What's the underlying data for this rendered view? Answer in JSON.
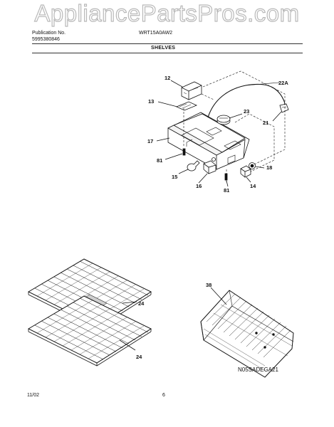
{
  "watermark": "AppliancePartsPros.com",
  "header": {
    "publication_label": "Publication No.",
    "publication_number": "5995380846",
    "model": "WRT15A0AW2",
    "section_title": "SHELVES"
  },
  "callouts": {
    "c12": "12",
    "c13": "13",
    "c17": "17",
    "c81a": "81",
    "c15": "15",
    "c16": "16",
    "c81b": "81",
    "c14": "14",
    "c18": "18",
    "c21": "21",
    "c22a": "22A",
    "c23": "23",
    "c24a": "24",
    "c24b": "24",
    "c38": "38"
  },
  "diagram_code": "N05SADEGA21",
  "footer": {
    "date": "11/02",
    "page": "6"
  }
}
